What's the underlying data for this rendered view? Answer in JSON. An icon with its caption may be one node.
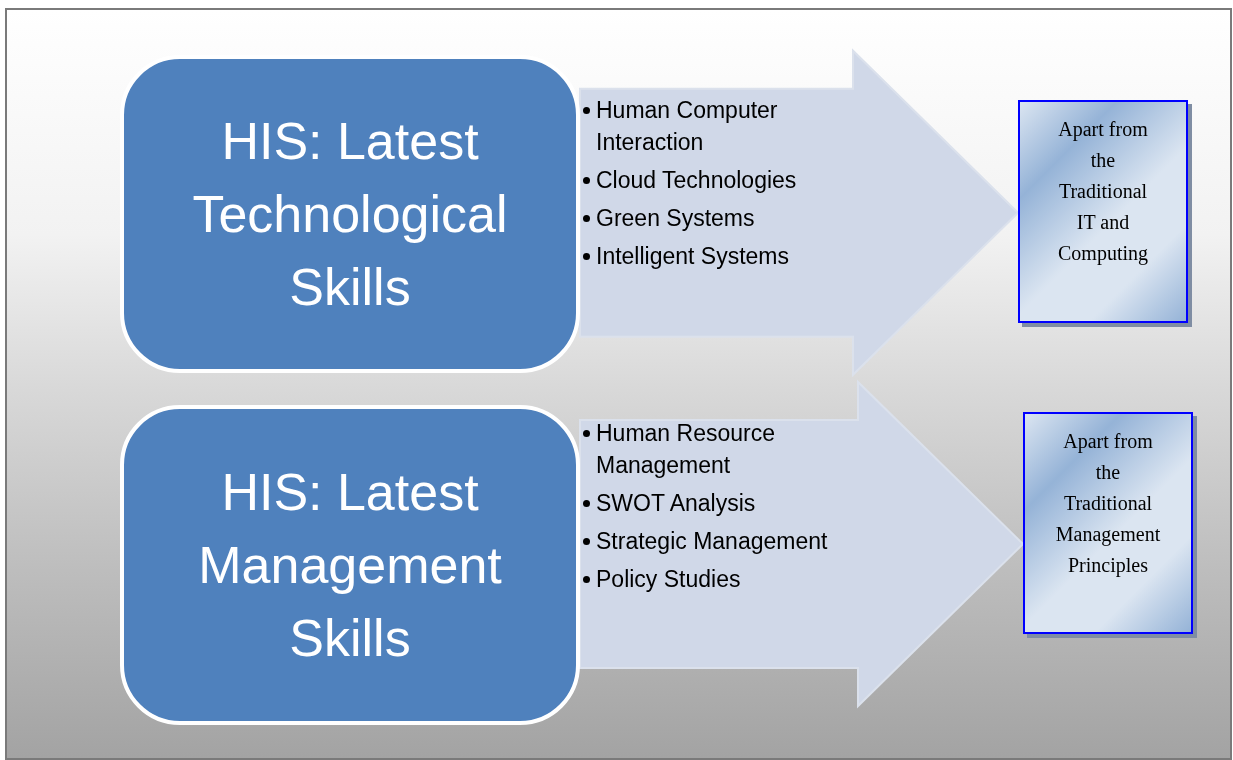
{
  "diagram": {
    "nodes": [
      {
        "text": [
          "HIS: Latest Technological Skills"
        ]
      },
      {
        "text": [
          "Human Computer Interaction",
          "Cloud Technologies",
          "Green Systems",
          "Intelligent Systems"
        ]
      },
      {
        "text": [
          "Apart from the Traditional IT and Computing"
        ]
      },
      {
        "text": [
          "HIS: Latest Management Skills"
        ]
      },
      {
        "text": [
          "Human Resource Management",
          "SWOT Analysis",
          "Strategic Management",
          "Policy Studies"
        ]
      },
      {
        "text": [
          "Apart from the Traditional Management Principles"
        ]
      }
    ],
    "edges": [
      {
        "from": 0,
        "to": 2,
        "arrow": "to",
        "style": "thick",
        "color": "#d0d8e8"
      },
      {
        "from": 3,
        "to": 5,
        "arrow": "to",
        "style": "thick",
        "color": "#d0d8e8"
      }
    ]
  }
}
